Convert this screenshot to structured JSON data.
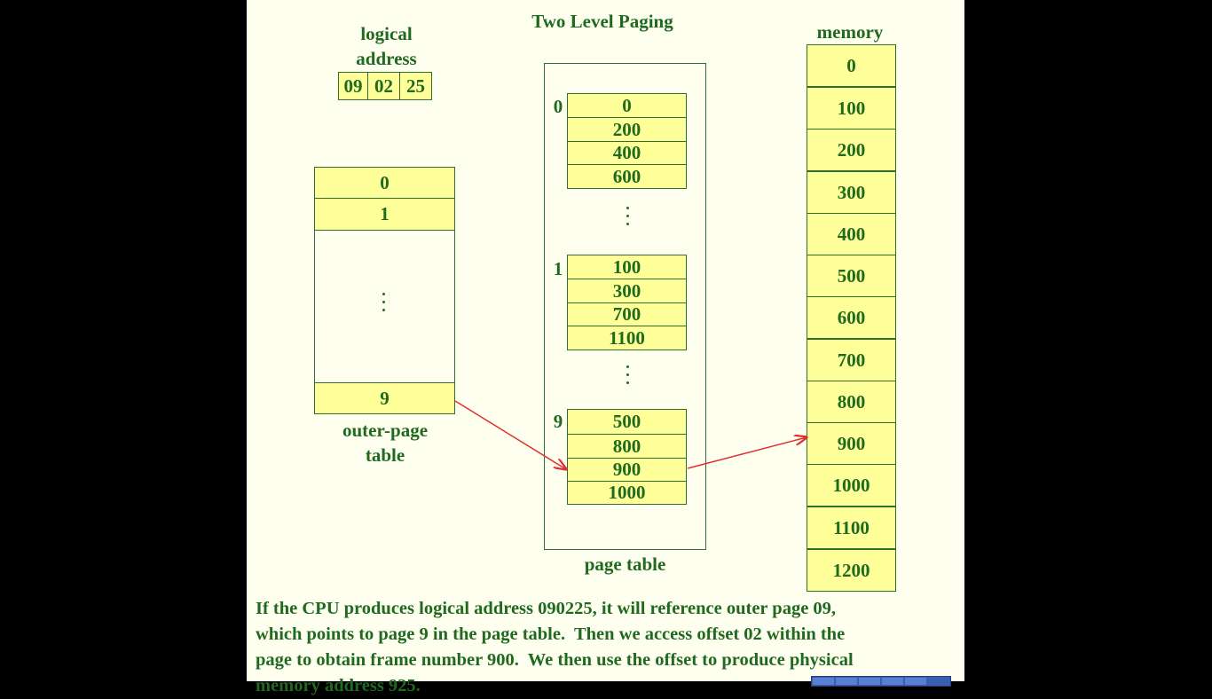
{
  "title": "Two Level Paging",
  "logical_address": {
    "label_line1": "logical",
    "label_line2": "address",
    "parts": [
      "09",
      "02",
      "25"
    ]
  },
  "outer_page_table": {
    "entries_top": [
      "0",
      "1"
    ],
    "entry_bottom": "9",
    "label_line1": "outer-page",
    "label_line2": "table"
  },
  "page_table": {
    "label": "page table",
    "groups": [
      {
        "index": "0",
        "entries": [
          "0",
          "200",
          "400",
          "600"
        ]
      },
      {
        "index": "1",
        "entries": [
          "100",
          "300",
          "700",
          "1100"
        ]
      },
      {
        "index": "9",
        "entries": [
          "500",
          "800",
          "900",
          "1000"
        ]
      }
    ]
  },
  "memory": {
    "label": "memory",
    "frames": [
      "0",
      "100",
      "200",
      "300",
      "400",
      "500",
      "600",
      "700",
      "800",
      "900",
      "1000",
      "1100",
      "1200"
    ]
  },
  "description": {
    "line1": "If the CPU produces logical address 090225, it will reference outer page 09,",
    "line2": "which points to page 9 in the page table.  Then we access offset 02 within the",
    "line3": "page to obtain frame number 900.  We then use the offset to produce physical",
    "line4": "memory address 925."
  },
  "colors": {
    "cell_fill": "#ffff99",
    "text": "#1f6a1f",
    "arrow": "#e03030",
    "background": "#fffff0"
  }
}
